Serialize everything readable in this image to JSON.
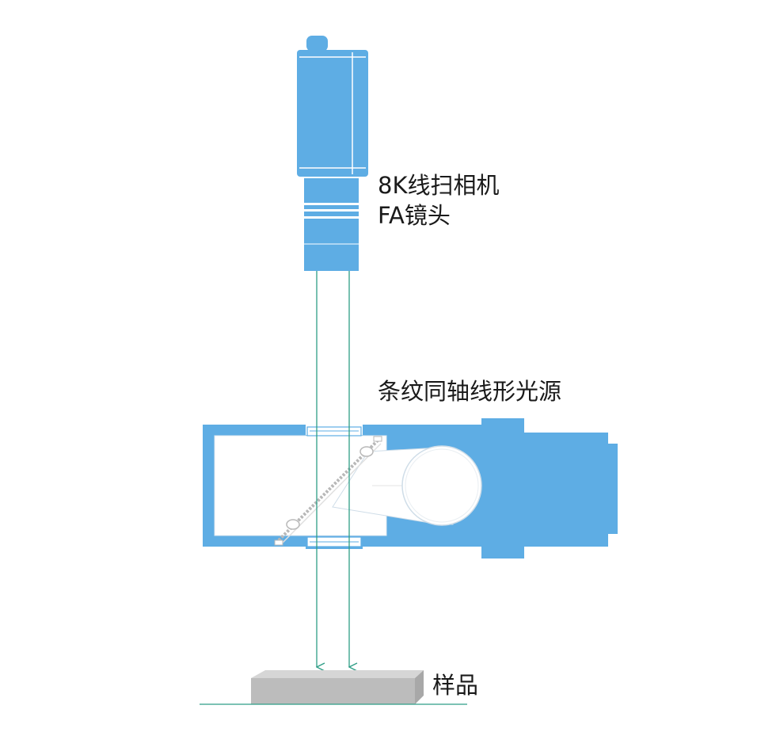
{
  "colors": {
    "device_blue": "#5eade4",
    "beam_green": "#2e9e86",
    "sample_gray": "#bcbcbc",
    "sample_top": "#d6d6d6",
    "sample_side": "#a8a8a8",
    "background": "#ffffff"
  },
  "camera": {
    "label_line1": "8K线扫相机",
    "label_line2": "FA镜头"
  },
  "light_source": {
    "label": "条纹同轴线形光源"
  },
  "sample": {
    "label": "样品"
  }
}
